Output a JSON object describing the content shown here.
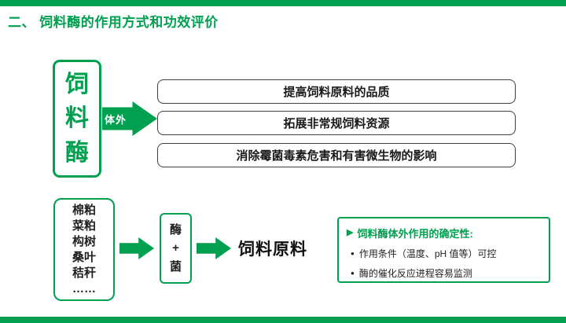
{
  "title": "二、 饲料酶的作用方式和功效评价",
  "colors": {
    "accent_green": "#00A050",
    "box_border": "#3f3f3f"
  },
  "in_vitro": {
    "enzyme_label": "饲\n料\n酶",
    "arrow_label": "体外",
    "benefits": [
      "提高饲料原料的品质",
      "拓展非常规饲料资源",
      "消除霉菌毒素危害和有害微生物的影响"
    ]
  },
  "pipeline": {
    "materials": [
      "棉粕",
      "菜粕",
      "构树",
      "桑叶",
      "秸秆",
      "……"
    ],
    "enzyme_plus_bacteria": "酶\n+\n菌",
    "product_label": "饲料原料",
    "certainty": {
      "marker": "▶",
      "heading": "饲料酶体外作用的确定性:",
      "bullet_marker": "●",
      "bullets": [
        "作用条件（温度、pH 值等）可控",
        "酶的催化反应进程容易监测"
      ]
    }
  }
}
